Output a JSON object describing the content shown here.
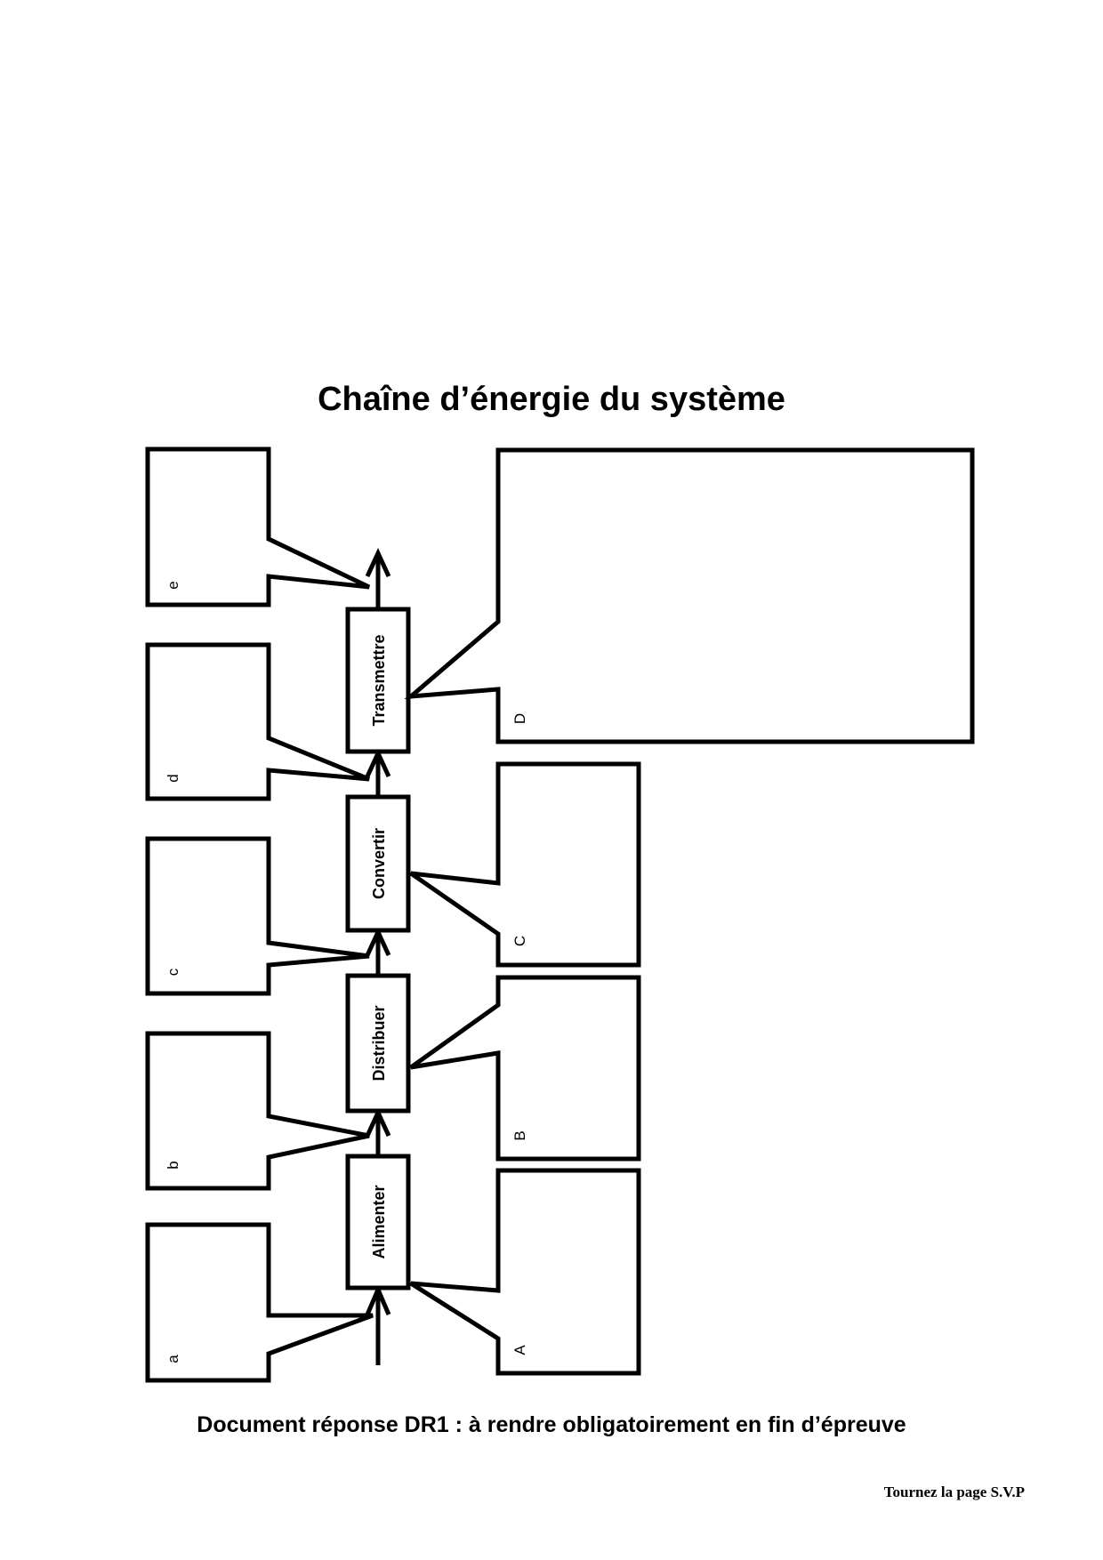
{
  "document": {
    "title": "Chaîne d’énergie du système",
    "footer": "Document réponse DR1 : à rendre obligatoirement en fin d’épreuve",
    "turn_page": "Tournez la page S.V.P"
  },
  "diagram": {
    "functions": [
      {
        "id": "alimenter",
        "label": "Alimenter"
      },
      {
        "id": "distribuer",
        "label": "Distribuer"
      },
      {
        "id": "convertir",
        "label": "Convertir"
      },
      {
        "id": "transmettre",
        "label": "Transmettre"
      }
    ],
    "left_boxes": [
      {
        "id": "a",
        "label": "a",
        "answer": ""
      },
      {
        "id": "b",
        "label": "b",
        "answer": ""
      },
      {
        "id": "c",
        "label": "c",
        "answer": ""
      },
      {
        "id": "d",
        "label": "d",
        "answer": ""
      },
      {
        "id": "e",
        "label": "e",
        "answer": ""
      }
    ],
    "right_boxes": [
      {
        "id": "A",
        "label": "A",
        "answer": ""
      },
      {
        "id": "B",
        "label": "B",
        "answer": ""
      },
      {
        "id": "C",
        "label": "C",
        "answer": ""
      },
      {
        "id": "D",
        "label": "D",
        "answer": ""
      }
    ],
    "colors": {
      "stroke": "#000000",
      "background": "#ffffff"
    }
  }
}
